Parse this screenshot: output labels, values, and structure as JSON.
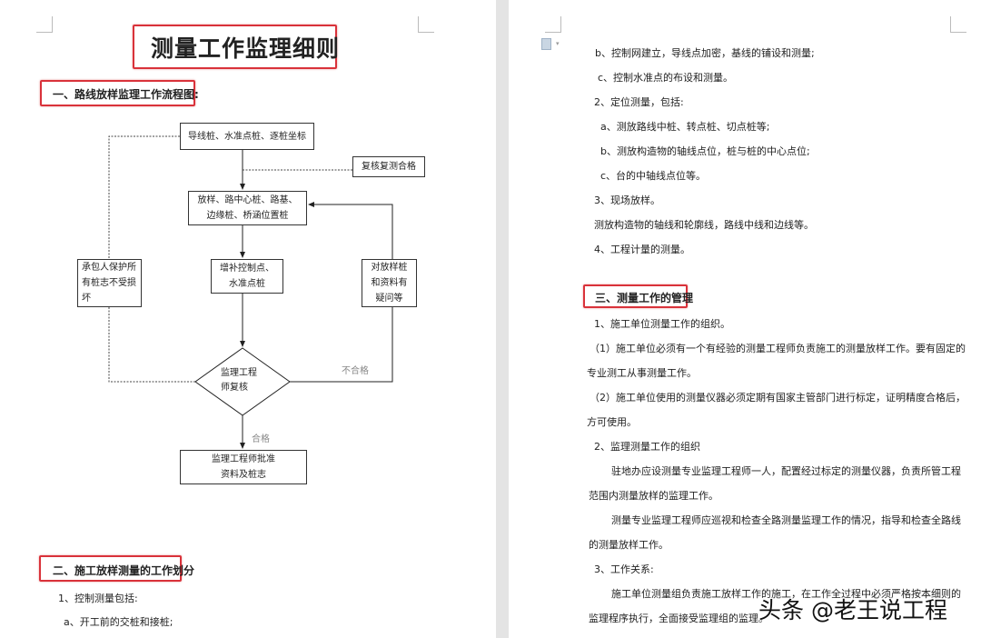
{
  "left_page": {
    "title": "测量工作监理细则",
    "section1": "一、路线放样监理工作流程图:",
    "flowchart": {
      "box_start": "导线桩、水准点桩、逐桩坐标",
      "box_recheck": "复核复测合格",
      "box_stakeout": "放样、路中心桩、路基、边缘桩、桥涵位置桩",
      "box_contractor": "承包人保护所有桩志不受损坏",
      "box_supplement": "增补控制点、水准点桩",
      "box_doubt": "对放样桩和资料有疑问等",
      "decision": "监理工程师复核",
      "label_fail": "不合格",
      "label_pass": "合格",
      "box_approve": "监理工程师批准资料及桩志"
    },
    "section2": "二、施工放样测量的工作划分",
    "lines": [
      "1、控制测量包括:",
      "a、开工前的交桩和接桩;"
    ]
  },
  "right_page": {
    "lines_top": [
      "b、控制网建立，导线点加密，基线的铺设和测量;",
      "c、控制水准点的布设和测量。",
      "2、定位测量，包括:",
      "a、测放路线中桩、转点桩、切点桩等;",
      "b、测放构造物的轴线点位，桩与桩的中心点位;",
      "c、台的中轴线点位等。",
      "3、现场放样。",
      "测放构造物的轴线和轮廓线，路线中线和边线等。",
      "4、工程计量的测量。"
    ],
    "section3": "三、测量工作的管理",
    "lines_bottom": [
      "1、施工单位测量工作的组织。",
      "（1）施工单位必须有一个有经验的测量工程师负责施工的测量放样工作。要有固定的",
      "专业测工从事测量工作。",
      "（2）施工单位使用的测量仪器必须定期有国家主管部门进行标定，证明精度合格后，",
      "方可使用。",
      "2、监理测量工作的组织",
      "驻地办应设测量专业监理工程师一人，配置经过标定的测量仪器，负责所管工程",
      "范围内测量放样的监理工作。",
      "测量专业监理工程师应巡视和检查全路测量监理工作的情况，指导和检查全路线",
      "的测量放样工作。",
      "3、工作关系:",
      "施工单位测量组负责施工放样工作的施工，在工作全过程中必须严格按本细则的",
      "监理程序执行，全面接受监理组的监理。"
    ]
  },
  "watermark": "头条 @老王说工程",
  "colors": {
    "highlight_border": "#d9323a",
    "gutter": "#e4e4e4"
  },
  "icons": {
    "doc_icon": "document-icon"
  }
}
